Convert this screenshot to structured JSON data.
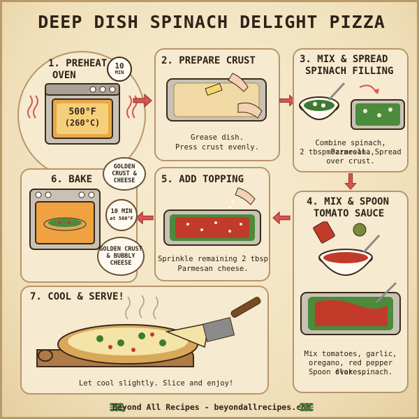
{
  "title": "DEEP DISH SPINACH DELIGHT PIZZA",
  "steps": [
    {
      "label_line1": "1. PREHEAT",
      "label_line2": "OVEN",
      "timer": "10",
      "timer_unit": "MIN",
      "oven_temp_f": "500°F",
      "oven_temp_c": "(260°C)"
    },
    {
      "label": "2. PREPARE CRUST",
      "desc_line1": "Grease dish.",
      "desc_line2": "Press crust evenly."
    },
    {
      "label_line1": "3. MIX & SPREAD",
      "label_line2": "SPINACH FILLING",
      "desc_line1": "Combine spinach, mozzarella,",
      "desc_line2": "2 tbsp Parmesan. Spread",
      "desc_line3": "over crust."
    },
    {
      "label_line1": "4. MIX & SPOON",
      "label_line2": "TOMATO SAUCE",
      "desc_line1": "Mix tomatoes, garlic,",
      "desc_line2": "oregano, red pepper flakes.",
      "desc_line3": "Spoon over spinach."
    },
    {
      "label": "5. ADD TOPPING",
      "desc_line1": "Sprinkle remaining 2 tbsp",
      "desc_line2": "Parmesan cheese."
    },
    {
      "label": "6. BAKE",
      "bubble_top": "GOLDEN CRUST & CHEESE",
      "timer_line1": "10 MIN",
      "timer_line2": "at 500°F",
      "bubble_bottom": "GOLDEN CRUST & BUBBLY CHEESE"
    },
    {
      "label": "7. COOL & SERVE!",
      "desc": "Let cool slightly. Slice and enjoy!"
    }
  ],
  "footer": "Beyond All Recipes - beyondallrecipes.com",
  "colors": {
    "background": "#f3e6c8",
    "panel_border": "#b8956a",
    "arrow": "#d9534f",
    "spinach": "#3f7a32",
    "sauce": "#c23a2a",
    "crust": "#d9a85a"
  }
}
